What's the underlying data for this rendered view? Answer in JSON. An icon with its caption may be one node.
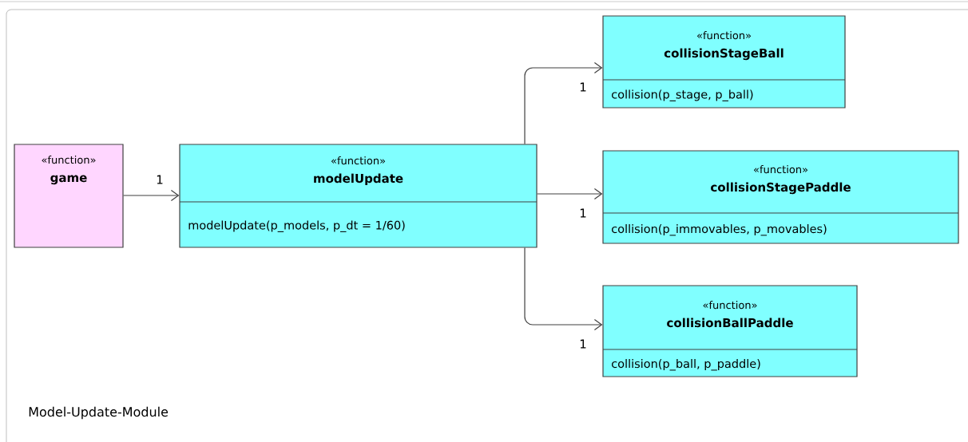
{
  "diagram": {
    "caption": "Model-Update-Module",
    "nodes": [
      {
        "text": [
          "«function»",
          "game"
        ]
      },
      {
        "text": [
          "«function»",
          "modelUpdate",
          "modelUpdate(p_models, p_dt = 1/60)"
        ]
      },
      {
        "text": [
          "«function»",
          "collisionStageBall",
          "collision(p_stage, p_ball)"
        ]
      },
      {
        "text": [
          "«function»",
          "collisionStagePaddle",
          "collision(p_immovables, p_movables)"
        ]
      },
      {
        "text": [
          "«function»",
          "collisionBallPaddle",
          "collision(p_ball, p_paddle)"
        ]
      }
    ],
    "edges": [
      {
        "from": 0,
        "to": 1,
        "arrow": "to",
        "label": "1"
      },
      {
        "from": 1,
        "to": 2,
        "arrow": "to",
        "label": "1"
      },
      {
        "from": 1,
        "to": 3,
        "arrow": "to",
        "label": "1"
      },
      {
        "from": 1,
        "to": 4,
        "arrow": "to",
        "label": "1"
      }
    ]
  }
}
